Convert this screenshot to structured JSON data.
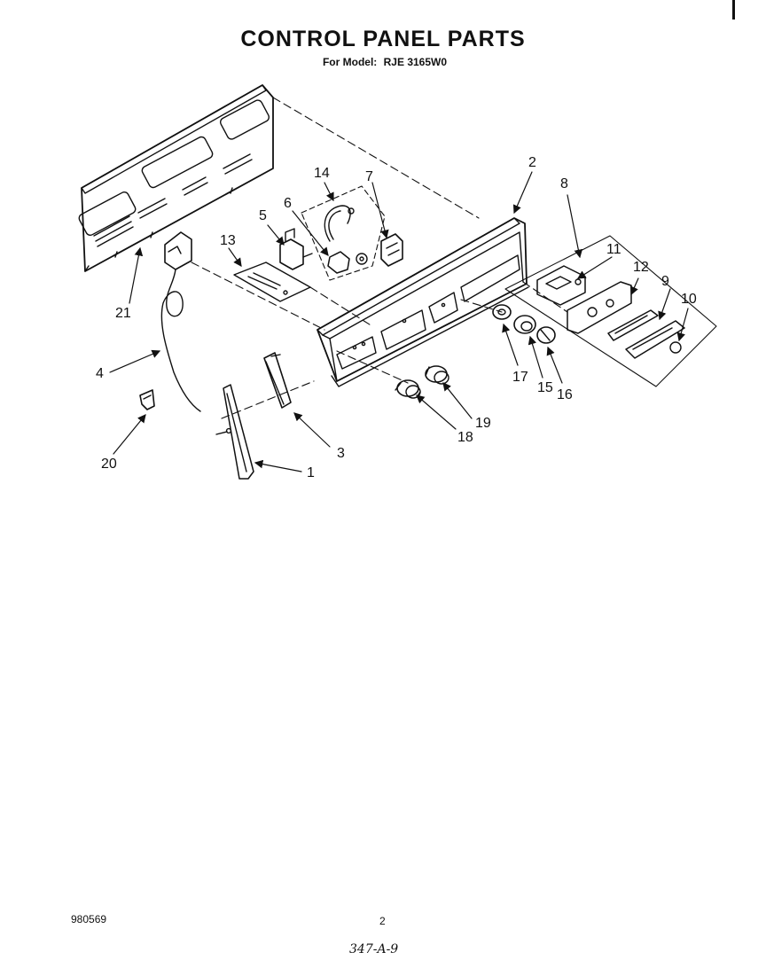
{
  "header": {
    "title": "CONTROL PANEL PARTS",
    "model_label": "For Model:",
    "model_number": "RJE 3165W0"
  },
  "callouts": [
    {
      "id": "c1",
      "label": "1"
    },
    {
      "id": "c2",
      "label": "2"
    },
    {
      "id": "c3",
      "label": "3"
    },
    {
      "id": "c4",
      "label": "4"
    },
    {
      "id": "c5",
      "label": "5"
    },
    {
      "id": "c6",
      "label": "6"
    },
    {
      "id": "c7",
      "label": "7"
    },
    {
      "id": "c8",
      "label": "8"
    },
    {
      "id": "c9",
      "label": "9"
    },
    {
      "id": "c10",
      "label": "10"
    },
    {
      "id": "c11",
      "label": "11"
    },
    {
      "id": "c12",
      "label": "12"
    },
    {
      "id": "c13",
      "label": "13"
    },
    {
      "id": "c14",
      "label": "14"
    },
    {
      "id": "c15",
      "label": "15"
    },
    {
      "id": "c16",
      "label": "16"
    },
    {
      "id": "c17",
      "label": "17"
    },
    {
      "id": "c18",
      "label": "18"
    },
    {
      "id": "c19",
      "label": "19"
    },
    {
      "id": "c20",
      "label": "20"
    },
    {
      "id": "c21",
      "label": "21"
    }
  ],
  "footer": {
    "doc_number": "980569",
    "page_number": "2",
    "handwritten_ref": "347-A-9"
  },
  "colors": {
    "ink": "#111111",
    "paper": "#ffffff"
  }
}
